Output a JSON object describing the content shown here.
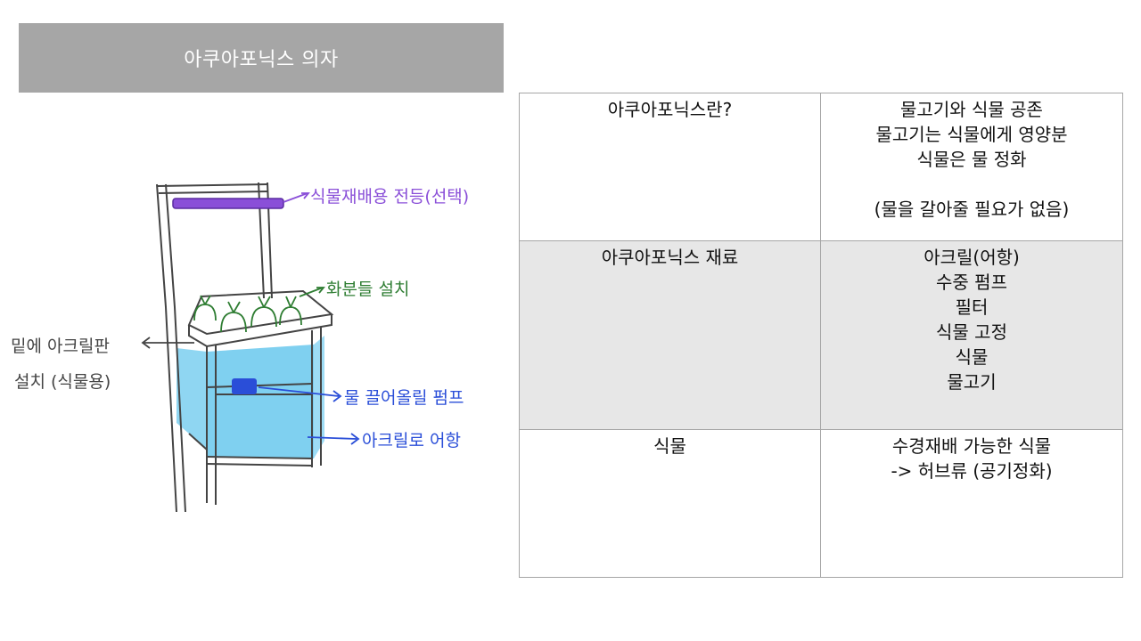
{
  "title": "아쿠아포닉스 의자",
  "sketch": {
    "annotations": {
      "light": "식물재배용 전등(선택)",
      "pots": "화분들 설치",
      "acrylic_line1": "밑에 아크릴판",
      "acrylic_line2": "설치 (식물용)",
      "pump": "물 끌어올릴 펌프",
      "tank": "아크릴로 어항"
    },
    "colors": {
      "light": "#8a4fd8",
      "pots": "#2e7d32",
      "pump": "#2a4ed8",
      "water": "#7fd0f0",
      "pencil": "#444444"
    }
  },
  "table": {
    "rows": [
      {
        "label": "아쿠아포닉스란?",
        "lines": [
          "물고기와 식물 공존",
          "물고기는 식물에게 영양분",
          "식물은 물 정화",
          "",
          "(물을 갈아줄 필요가 없음)"
        ]
      },
      {
        "label": "아쿠아포닉스 재료",
        "lines": [
          "아크릴(어항)",
          "수중 펌프",
          "필터",
          "식물 고정",
          "식물",
          "물고기"
        ]
      },
      {
        "label": "식물",
        "lines": [
          "수경재배 가능한 식물",
          "-> 허브류 (공기정화)"
        ]
      }
    ]
  }
}
